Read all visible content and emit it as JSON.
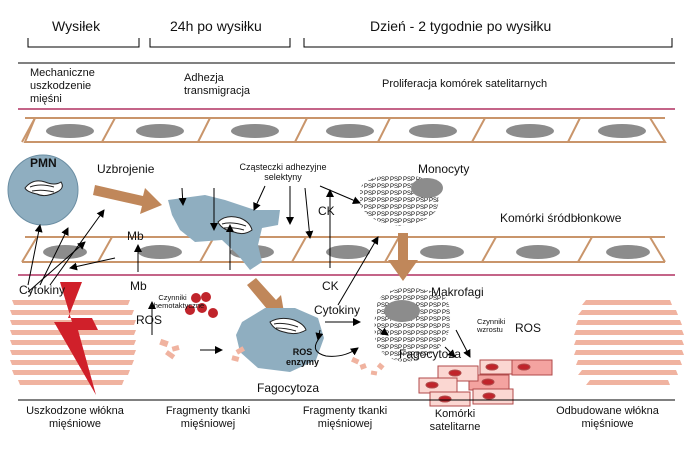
{
  "phases": {
    "p1": "Wysiłek",
    "p2": "24h po wysiłku",
    "p3": "Dzień - 2 tygodnie po wysiłku"
  },
  "stages": {
    "s1": "Mechaniczne uszkodzenie mięśni",
    "s2": "Adhezja transmigracja",
    "s3": "Proliferacja komórek satelitarnych"
  },
  "labels": {
    "pmn": "PMN",
    "uzbrojenie": "Uzbrojenie",
    "czasteczki": "Cząsteczki adhezyjne selektyny",
    "monocyty": "Monocyty",
    "ck_top": "CK",
    "ck_mid": "CK",
    "endothelial": "Komórki śródbłonkowe",
    "mb_top": "Mb",
    "mb_bottom": "Mb",
    "cytokiny_left": "Cytokiny",
    "czynniki_chemo": "Czynniki chemotaktyczne",
    "ros_left": "ROS",
    "ros_enzymy": "ROS enzymy",
    "fagocytoza_mid": "Fagocytoza",
    "cytokiny_mid": "Cytokiny",
    "makrofagi": "Makrofagi",
    "czynniki_wzrostu": "Czynniki wzrostu",
    "ros_right": "ROS",
    "fagocytoza_right": "Fagocytoza"
  },
  "bottom": {
    "b1": "Uszkodzone włókna mięśniowe",
    "b2": "Fragmenty tkanki mięśniowej",
    "b3": "Fragmenty tkanki mięśniowej",
    "b4": "Komórki satelitarne",
    "b5": "Odbudowane włókna mięśniowe"
  },
  "colors": {
    "cell_blue": "#8faec0",
    "arrow_brown": "#c0875a",
    "nucleus_gray": "#8c8c8c",
    "endothelial_orange": "#c9956b",
    "muscle_pink": "#f0b3a0",
    "lightning_red": "#d0202a",
    "ros_red": "#c0242b",
    "satellite_pink": "#f4a3a0"
  }
}
